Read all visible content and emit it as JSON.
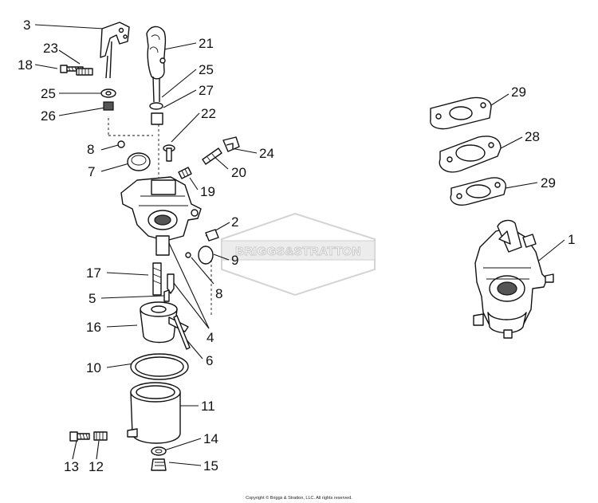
{
  "diagram": {
    "part_labels": [
      "1",
      "2",
      "3",
      "4",
      "5",
      "6",
      "7",
      "8",
      "9",
      "10",
      "11",
      "12",
      "13",
      "14",
      "15",
      "16",
      "17",
      "18",
      "19",
      "20",
      "21",
      "22",
      "23",
      "24",
      "25",
      "26",
      "27",
      "28",
      "29"
    ],
    "watermark": "BRIGGS&STRATTON",
    "copyright": "Copyright © Briggs & Stratton, LLC. All rights reserved."
  }
}
